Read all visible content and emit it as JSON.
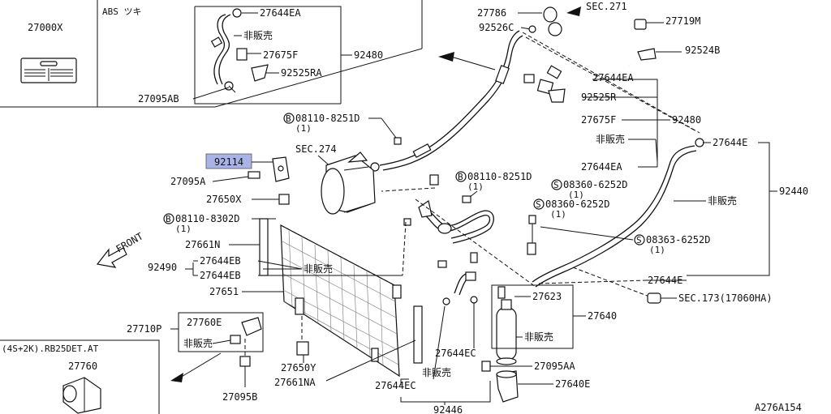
{
  "diagram": {
    "ref_code": "A276A154",
    "inset_abs": {
      "title": "ABS ツキ",
      "code": "27000X"
    },
    "inset_bottom": {
      "title": "(4S+2K).RB25DET.AT",
      "code": "27760"
    },
    "front_label": "FRONT",
    "sec_compressor": "SEC.274",
    "labels": {
      "p27644EA_top": "27644EA",
      "p_not_sold_1": "非販売",
      "p27675F_inset": "27675F",
      "p92480_inset": "92480",
      "p92525RA": "92525RA",
      "p27095AB": "27095AB",
      "p27786": "27786",
      "sec271": "SEC.271",
      "p27719M": "27719M",
      "p92526C": "92526C",
      "p92524B": "92524B",
      "p27644EA_mid": "27644EA",
      "p92525R": "92525R",
      "p27675F": "27675F",
      "p92480": "92480",
      "p_not_sold_2": "非販売",
      "p27644EA_low": "27644EA",
      "p27644E_top": "27644E",
      "b08110_8251D_a": "08110-8251D",
      "b08110_8251D_a_qty": "(1)",
      "p92114": "92114",
      "p27095A": "27095A",
      "p27650X": "27650X",
      "b08110_8251D_b": "08110-8251D",
      "b08110_8251D_b_qty": "(1)",
      "s08360_6252D_a": "08360-6252D",
      "s08360_6252D_a_qty": "(1)",
      "s08360_6252D_b": "08360-6252D",
      "s08360_6252D_b_qty": "(1)",
      "p_not_sold_3": "非販売",
      "p92440": "92440",
      "b08110_8302D": "08110-8302D",
      "b08110_8302D_qty": "(1)",
      "s08363_6252D": "08363-6252D",
      "s08363_6252D_qty": "(1)",
      "p27661N": "27661N",
      "p27644EB_a": "27644EB",
      "p92490": "92490",
      "p_not_sold_4": "非販売",
      "p27644EB_b": "27644EB",
      "p27644E_low": "27644E",
      "p27651": "27651",
      "sec173": "SEC.173(17060HA)",
      "p27623": "27623",
      "p27640": "27640",
      "p27710P": "27710P",
      "p27760E": "27760E",
      "p_not_sold_5": "非販売",
      "p_not_sold_6": "非販売",
      "p27644EC_a": "27644EC",
      "p27650Y": "27650Y",
      "p27095AA": "27095AA",
      "p_not_sold_7": "非販売",
      "p27661NA": "27661NA",
      "p27644EC_b": "27644EC",
      "p27640E": "27640E",
      "p27095B": "27095B",
      "p92446": "92446"
    },
    "marker_B": "B",
    "marker_S": "S"
  }
}
